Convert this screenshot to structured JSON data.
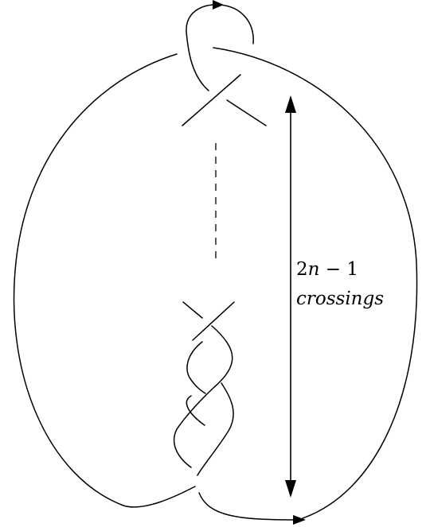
{
  "diagram": {
    "label": {
      "count_prefix": "2",
      "count_variable": "n",
      "count_suffix": " − 1",
      "unit": "crossings"
    },
    "colors": {
      "stroke": "#000000",
      "background": "#ffffff"
    }
  }
}
